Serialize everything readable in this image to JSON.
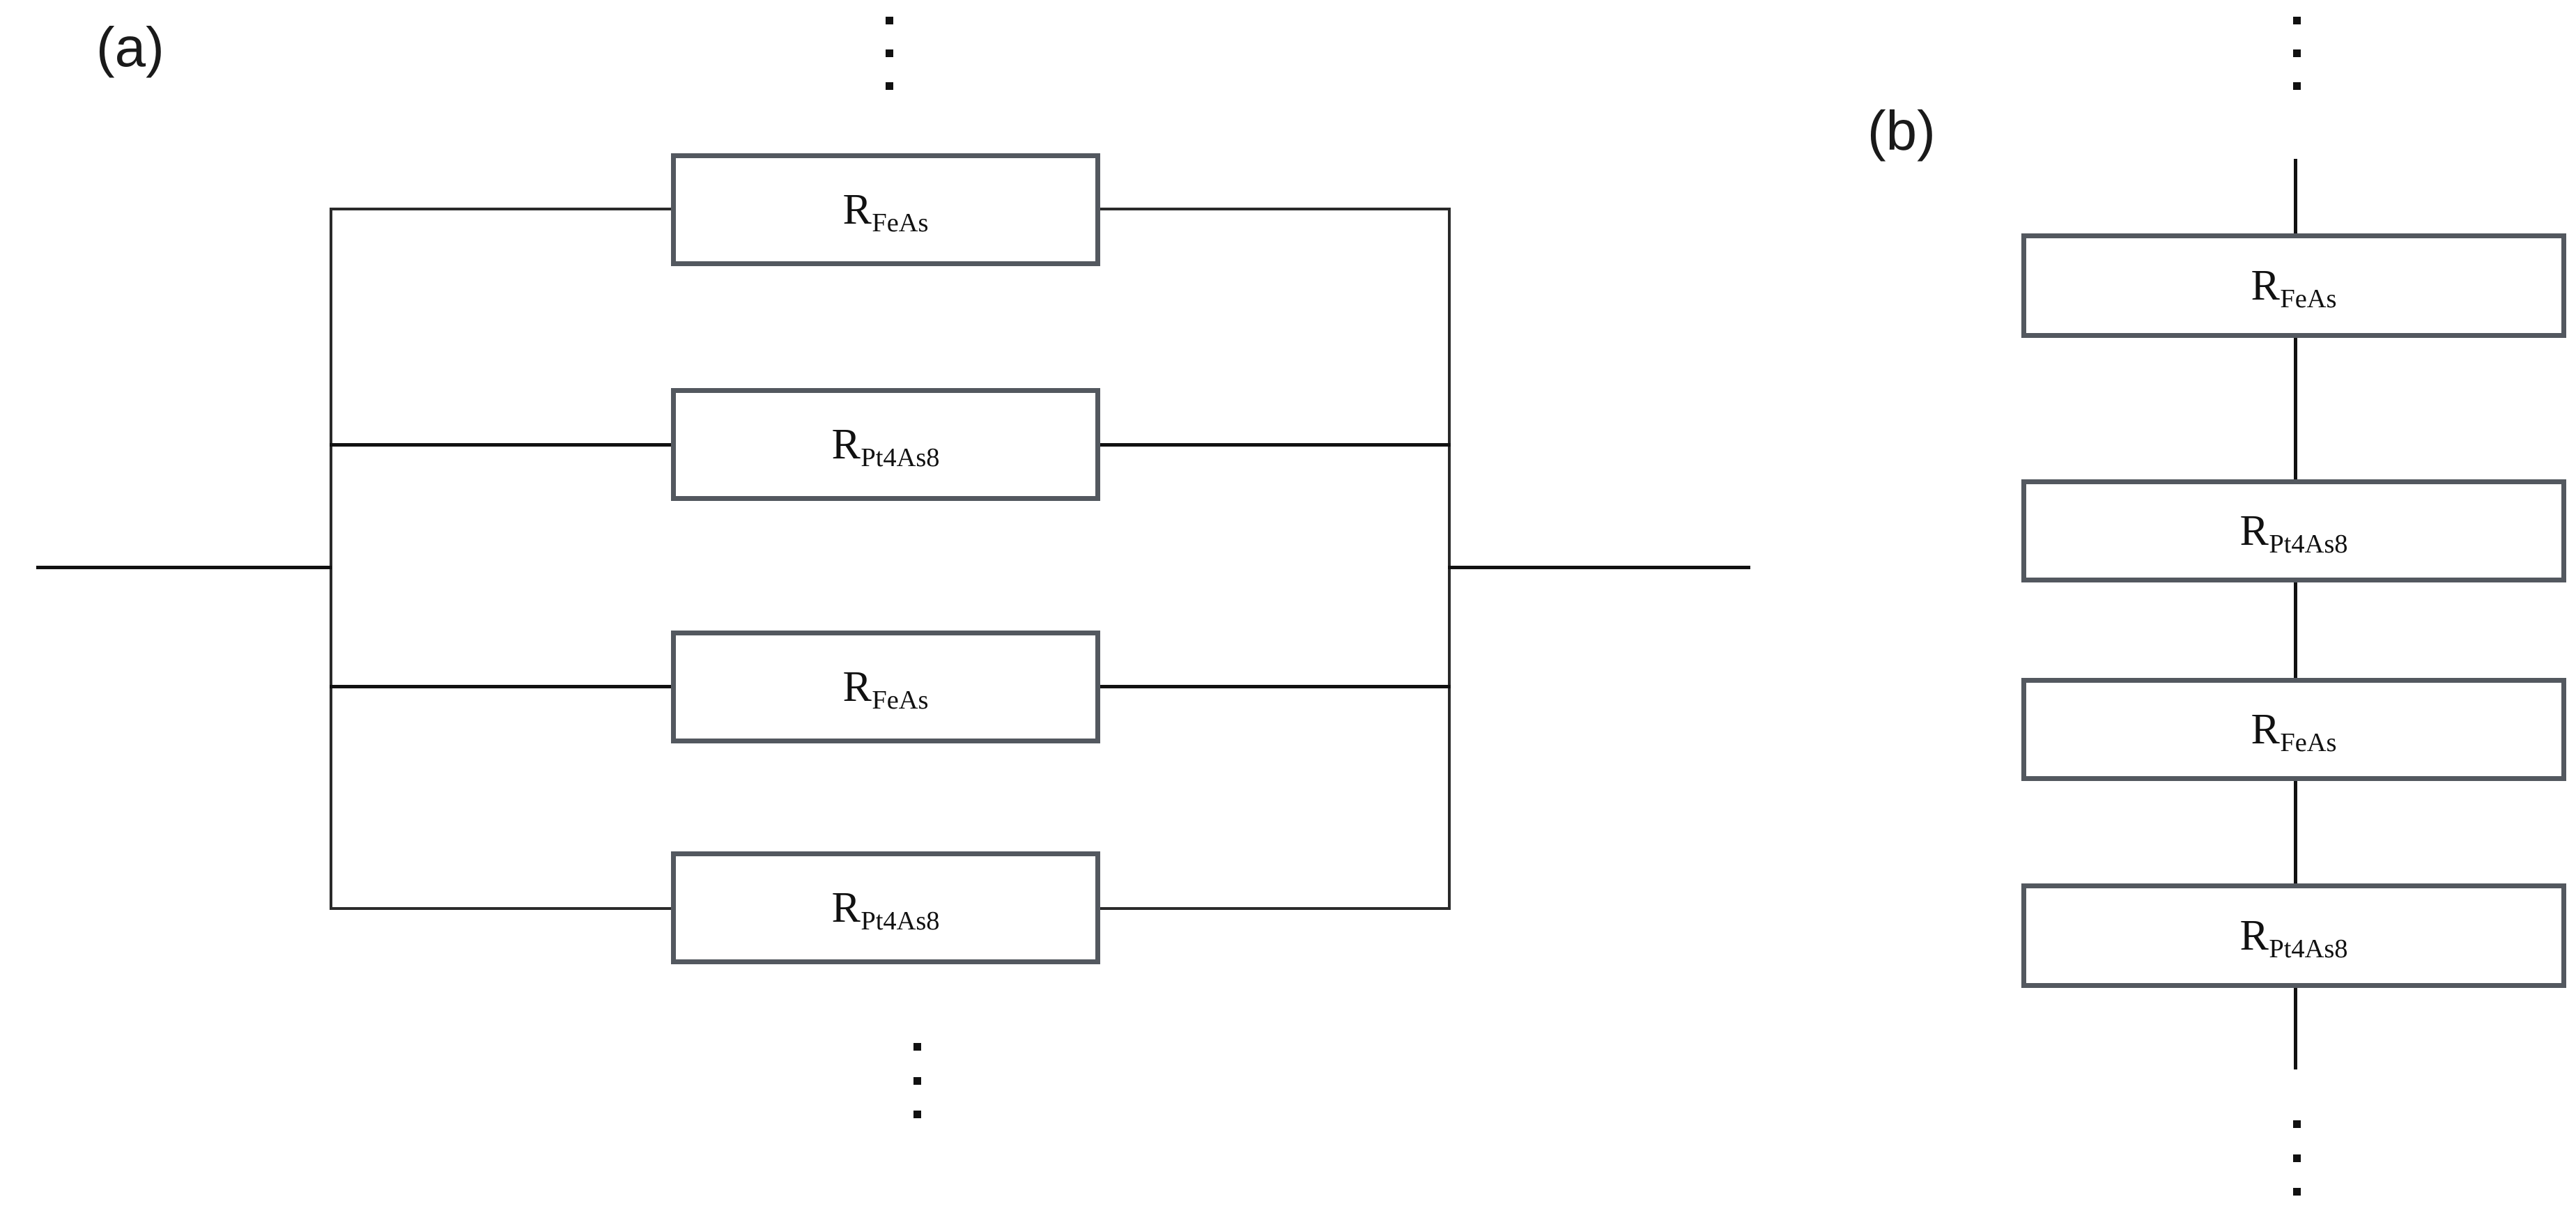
{
  "figure": {
    "type": "circuit-diagram",
    "description": "Two equivalent-circuit schematics of resistor networks built from FeAs and Pt4As8 layers",
    "background_color": "#ffffff",
    "box_border_color": "#53585f",
    "wire_color": "#111111",
    "text_color": "#111111"
  },
  "panels": [
    {
      "id": "a",
      "label": "(a)",
      "topology": "parallel",
      "ellipsis_top": "⋮",
      "ellipsis_bottom": "⋮",
      "branches": [
        {
          "index": 0,
          "symbol": "R",
          "subscript": "FeAs"
        },
        {
          "index": 1,
          "symbol": "R",
          "subscript": "Pt4As8"
        },
        {
          "index": 2,
          "symbol": "R",
          "subscript": "FeAs"
        },
        {
          "index": 3,
          "symbol": "R",
          "subscript": "Pt4As8"
        }
      ],
      "terminals": {
        "left_lead": true,
        "right_lead": true
      }
    },
    {
      "id": "b",
      "label": "(b)",
      "topology": "series",
      "ellipsis_top": "⋮",
      "ellipsis_bottom": "⋮",
      "branches": [
        {
          "index": 0,
          "symbol": "R",
          "subscript": "FeAs"
        },
        {
          "index": 1,
          "symbol": "R",
          "subscript": "Pt4As8"
        },
        {
          "index": 2,
          "symbol": "R",
          "subscript": "FeAs"
        },
        {
          "index": 3,
          "symbol": "R",
          "subscript": "Pt4As8"
        }
      ],
      "terminals": {
        "top_lead": true,
        "bottom_lead": true
      }
    }
  ]
}
